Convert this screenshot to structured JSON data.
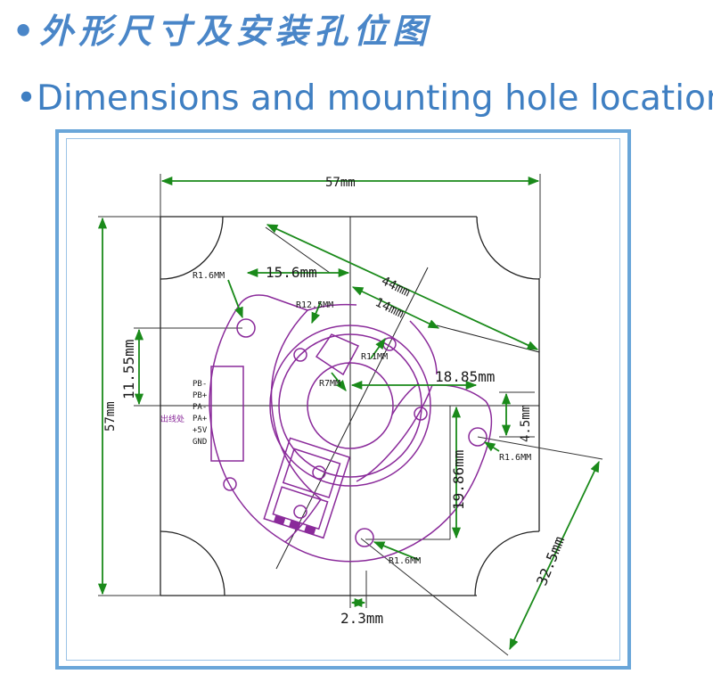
{
  "header": {
    "title_cn": "•外形尺寸及安装孔位图",
    "title_en": "•Dimensions and mounting hole location"
  },
  "colors": {
    "accent": "#3f7fc2",
    "frame": "#6aa6d9",
    "dimension": "#1a8a1a",
    "outline": "#8a2a9a",
    "line": "#222222"
  },
  "dimensions": {
    "width": "57mm",
    "height": "57mm",
    "diag44": "44mm",
    "d14": "14mm",
    "d15_6": "15.6mm",
    "d18_85": "18.85mm",
    "d11_55": "11.55mm",
    "d19_86": "19.86mm",
    "d4_5": "4.5mm",
    "d2_3": "2.3mm",
    "d32_5": "32.5mm"
  },
  "radii": {
    "r_hole_tl": "R1.6MM",
    "r_hole_right": "R1.6MM",
    "r_hole_bottom": "R1.6MM",
    "r12_5": "R12.5MM",
    "r11": "R11MM",
    "r7": "R7MM"
  },
  "connector": {
    "caption": "出线处",
    "pins": [
      "PB-",
      "PB+",
      "PA-",
      "PA+",
      "+5V",
      "GND"
    ]
  }
}
